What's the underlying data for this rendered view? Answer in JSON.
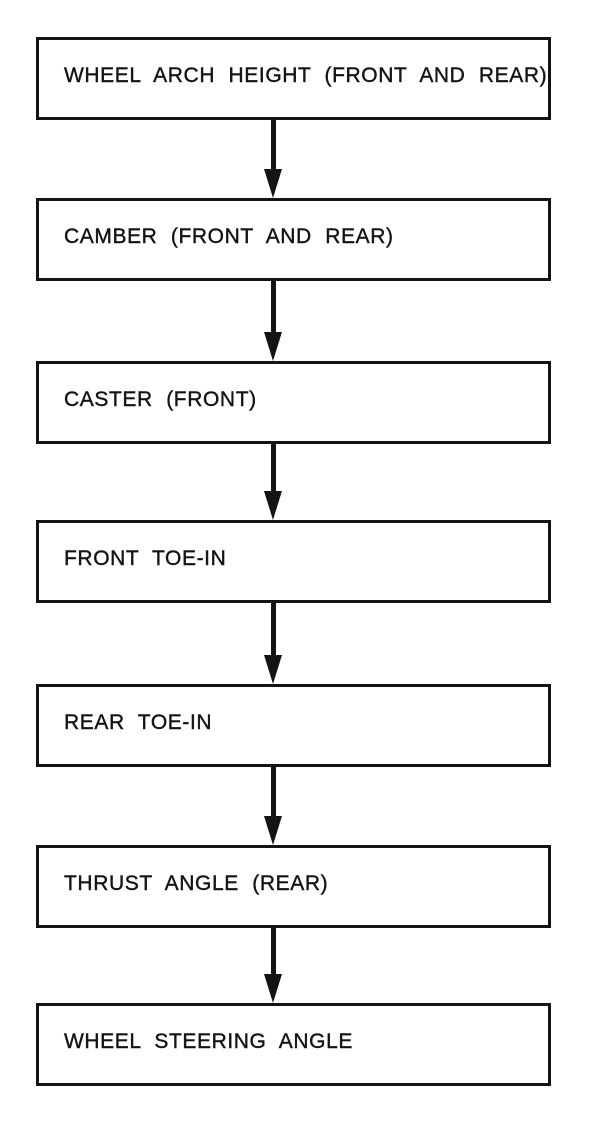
{
  "page": {
    "background_color": "#ffffff",
    "ink_color": "#141414"
  },
  "flowchart": {
    "type": "flowchart",
    "direction": "top-to-bottom",
    "nodes": [
      {
        "id": "wheel-arch-height",
        "label": "WHEEL ARCH HEIGHT (FRONT AND REAR)"
      },
      {
        "id": "camber",
        "label": "CAMBER (FRONT AND REAR)"
      },
      {
        "id": "caster",
        "label": "CASTER (FRONT)"
      },
      {
        "id": "front-toe-in",
        "label": "FRONT TOE-IN"
      },
      {
        "id": "rear-toe-in",
        "label": "REAR TOE-IN"
      },
      {
        "id": "thrust-angle",
        "label": "THRUST ANGLE (REAR)"
      },
      {
        "id": "wheel-steering-angle",
        "label": "WHEEL STEERING ANGLE"
      }
    ],
    "edges": [
      {
        "from": "wheel-arch-height",
        "to": "camber",
        "style": "solid-arrow-down"
      },
      {
        "from": "camber",
        "to": "caster",
        "style": "solid-arrow-down"
      },
      {
        "from": "caster",
        "to": "front-toe-in",
        "style": "solid-arrow-down"
      },
      {
        "from": "front-toe-in",
        "to": "rear-toe-in",
        "style": "solid-arrow-down"
      },
      {
        "from": "rear-toe-in",
        "to": "thrust-angle",
        "style": "solid-arrow-down"
      },
      {
        "from": "thrust-angle",
        "to": "wheel-steering-angle",
        "style": "solid-arrow-down"
      }
    ]
  }
}
